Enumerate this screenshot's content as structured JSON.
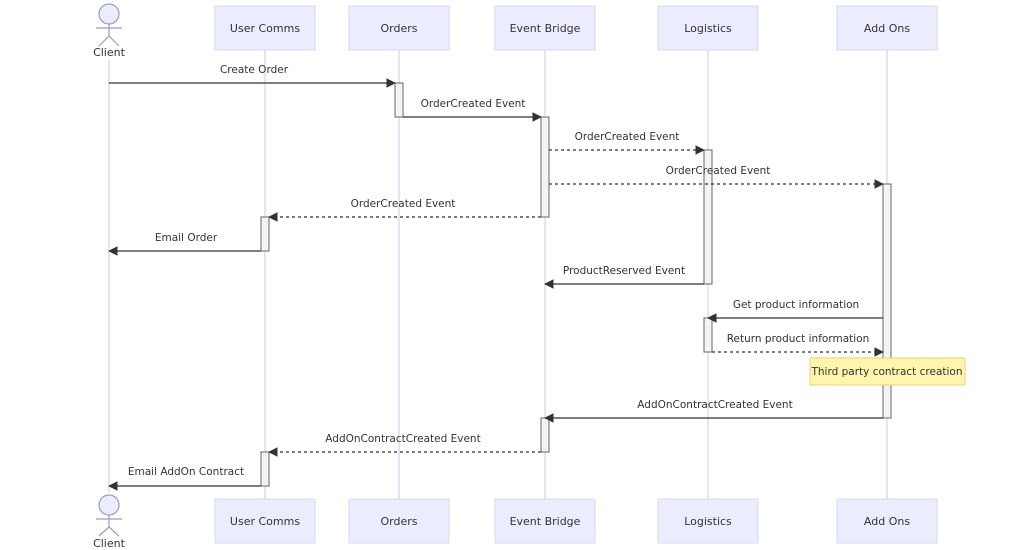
{
  "actor": {
    "name": "Client"
  },
  "participants": [
    {
      "key": "usercomms",
      "name": "User Comms"
    },
    {
      "key": "orders",
      "name": "Orders"
    },
    {
      "key": "eventbridge",
      "name": "Event Bridge"
    },
    {
      "key": "logistics",
      "name": "Logistics"
    },
    {
      "key": "addons",
      "name": "Add Ons"
    }
  ],
  "messages": [
    {
      "from": "client",
      "to": "orders",
      "label": "Create Order",
      "style": "solid"
    },
    {
      "from": "orders",
      "to": "eventbridge",
      "label": "OrderCreated Event",
      "style": "solid"
    },
    {
      "from": "eventbridge",
      "to": "logistics",
      "label": "OrderCreated Event",
      "style": "dashed"
    },
    {
      "from": "eventbridge",
      "to": "addons",
      "label": "OrderCreated Event",
      "style": "dashed"
    },
    {
      "from": "eventbridge",
      "to": "usercomms",
      "label": "OrderCreated Event",
      "style": "dashed"
    },
    {
      "from": "usercomms",
      "to": "client",
      "label": "Email Order",
      "style": "solid"
    },
    {
      "from": "logistics",
      "to": "eventbridge",
      "label": "ProductReserved Event",
      "style": "solid"
    },
    {
      "from": "addons",
      "to": "logistics",
      "label": "Get product information",
      "style": "solid"
    },
    {
      "from": "logistics",
      "to": "addons",
      "label": "Return product information",
      "style": "dashed"
    },
    {
      "from": "addons",
      "to": "eventbridge",
      "label": "AddOnContractCreated Event",
      "style": "solid"
    },
    {
      "from": "eventbridge",
      "to": "usercomms",
      "label": "AddOnContractCreated Event",
      "style": "dashed"
    },
    {
      "from": "usercomms",
      "to": "client",
      "label": "Email AddOn Contract",
      "style": "solid"
    }
  ],
  "note": {
    "over": "addons",
    "text": "Third party contract creation"
  },
  "colors": {
    "participant_fill": "#ECECFF",
    "participant_border": "#D9D9F2",
    "note_fill": "#FFF5AD",
    "note_border": "#E6D280",
    "line": "#333333"
  }
}
